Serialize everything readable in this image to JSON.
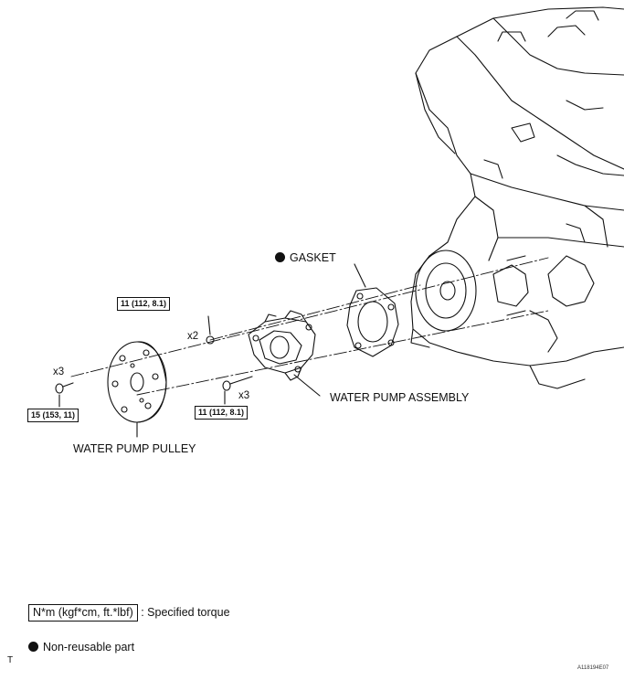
{
  "labels": {
    "gasket": "GASKET",
    "water_pump_assembly": "WATER PUMP ASSEMBLY",
    "water_pump_pulley": "WATER PUMP PULLEY"
  },
  "torque": {
    "top": "11 (112, 8.1)",
    "right": "11 (112, 8.1)",
    "left": "15 (153, 11)"
  },
  "quantities": {
    "nut_top": "x2",
    "bolt_right": "x3",
    "bolt_left": "x3"
  },
  "legend": {
    "torque_unit": "N*m (kgf*cm, ft.*lbf)",
    "torque_desc": ": Specified torque",
    "nonreusable": "Non-reusable part"
  },
  "footer": {
    "corner_mark": "T",
    "figure_id": "A118194E07"
  }
}
